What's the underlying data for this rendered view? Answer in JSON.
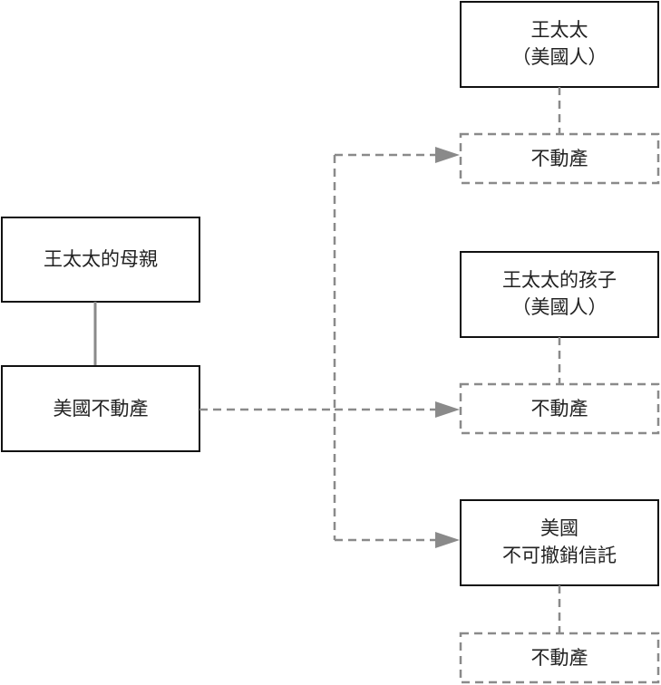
{
  "mother": {
    "label": "王太太的母親"
  },
  "us_property": {
    "label": "美國不動產"
  },
  "mrs_wang": {
    "line1": "王太太",
    "line2": "（美國人）",
    "asset": "不動產"
  },
  "child": {
    "line1": "王太太的孩子",
    "line2": "（美國人）",
    "asset": "不動產"
  },
  "trust": {
    "line1": "美國",
    "line2": "不可撤銷信託",
    "asset": "不動產"
  },
  "colors": {
    "solid_border": "#111111",
    "connector": "#8a8a8a"
  }
}
